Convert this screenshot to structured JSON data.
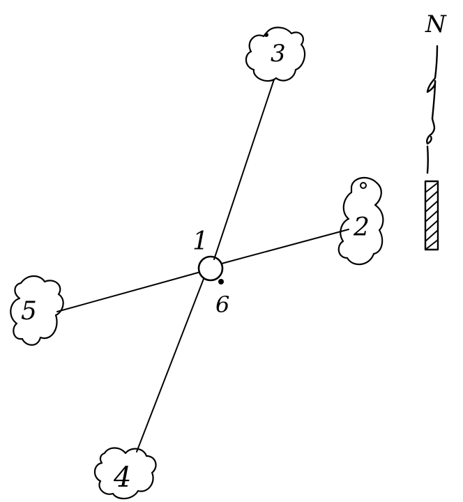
{
  "diagram": {
    "center_label": "1",
    "nodes": [
      {
        "id": "north",
        "label": "3"
      },
      {
        "id": "east",
        "label": "2"
      },
      {
        "id": "south",
        "label": "4"
      },
      {
        "id": "west",
        "label": "5"
      }
    ],
    "point_label": "6",
    "north_label": "N"
  }
}
